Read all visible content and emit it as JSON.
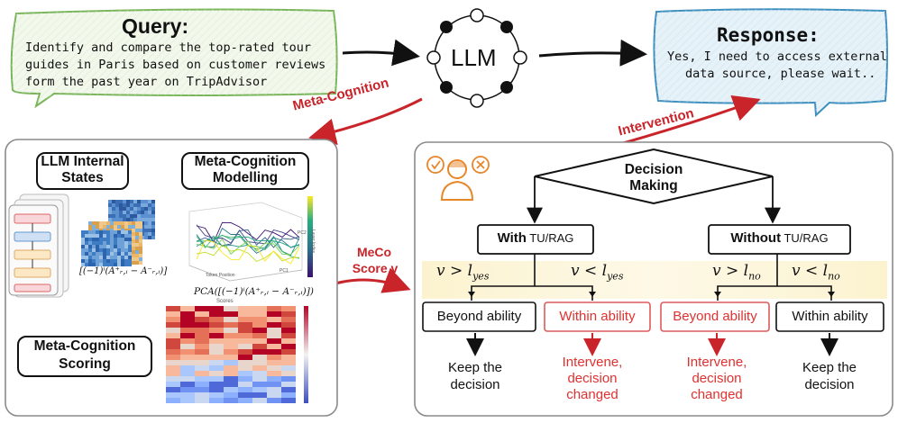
{
  "query": {
    "title": "Query:",
    "lines": [
      "Identify and compare the top-rated tour",
      "guides in Paris based on customer reviews",
      "form the past year on TripAdvisor"
    ]
  },
  "llm_label": "LLM",
  "response": {
    "title": "Response:",
    "lines": [
      "Yes, I need to access external",
      "data source, please wait.."
    ]
  },
  "arrows": {
    "meta_cognition": "Meta-Cognition",
    "intervention": "Intervention",
    "meco_line1": "MeCo",
    "meco_line2": "Score v"
  },
  "left_panel": {
    "internal_states_l1": "LLM Internal",
    "internal_states_l2": "States",
    "modelling_l1": "Meta-Cognition",
    "modelling_l2": "Modelling",
    "scoring_l1": "Meta-Cognition",
    "scoring_l2": "Scoring",
    "formula1": "[(−1)ⁱ(A⁺ᵣ,ᵢ − A⁻ᵣ,ᵢ)]",
    "formula2": "PCA([(−1)ⁱ(A⁺ᵣ,ᵢ − A⁻ᵣ,ᵢ)])",
    "pca_axis_x": "Token Position",
    "pca_axis_y": "PC1",
    "pca_axis_z": "PC2",
    "pca_colorbar": "Layer Index",
    "heatmap_title": "Scores"
  },
  "right_panel": {
    "decision_l1": "Decision",
    "decision_l2": "Making",
    "with_bold": "With",
    "with_rest": " TU/RAG",
    "without_bold": "Without",
    "without_rest": " TU/RAG",
    "cond1": "v > l",
    "cond1_sub": "yes",
    "cond2": "v < l",
    "cond2_sub": "yes",
    "cond3": "v > l",
    "cond3_sub": "no",
    "cond4": "v < l",
    "cond4_sub": "no",
    "leaf1": "Beyond ability",
    "leaf2": "Within ability",
    "leaf3": "Beyond ability",
    "leaf4": "Within ability",
    "out1_l1": "Keep the",
    "out1_l2": "decision",
    "out2_l1": "Intervene,",
    "out2_l2": "decision",
    "out2_l3": "changed",
    "out3_l1": "Intervene,",
    "out3_l2": "decision",
    "out3_l3": "changed",
    "out4_l1": "Keep the",
    "out4_l2": "decision"
  },
  "colors": {
    "query_border": "#7ab55c",
    "query_fill": "#f2f8ec",
    "response_border": "#3f8fbf",
    "response_fill": "#e6f2f8",
    "accent_red": "#d0262a",
    "highlight_band": "#fbf4d8",
    "panel_border": "#8a8a8a"
  }
}
